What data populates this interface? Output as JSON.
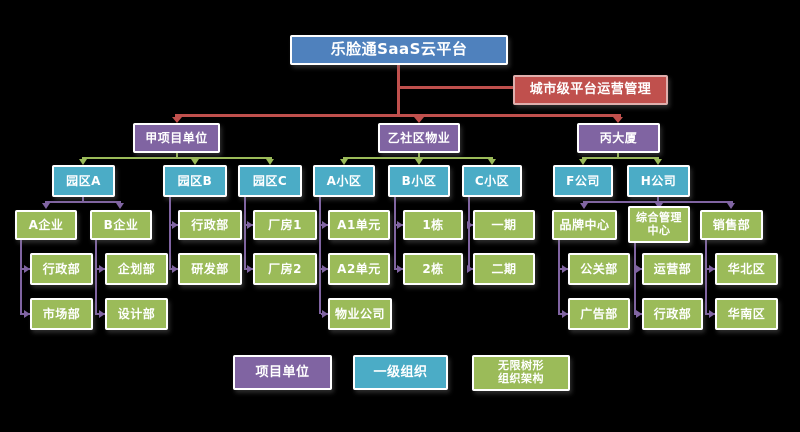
{
  "colors": {
    "platform": "#4F81BD",
    "annotation": "#C0504D",
    "annotation_border": "#DFAFAD",
    "project_unit": "#8064A2",
    "first_level_org": "#4BACC6",
    "org": "#9BBB59",
    "line_red": "#C0504D",
    "line_green": "#9BBB59",
    "line_purple": "#8064A2",
    "box_border": "#FFFFFF",
    "text": "#FFFFFF",
    "background": "#000000"
  },
  "nodes": [
    {
      "id": "root",
      "label": "乐脸通SaaS云平台",
      "role": "platform"
    },
    {
      "id": "city",
      "label": "城市级平台运营管理",
      "role": "annotation"
    },
    {
      "id": "jia",
      "label": "甲项目单位",
      "role": "project_unit"
    },
    {
      "id": "yi",
      "label": "乙社区物业",
      "role": "project_unit"
    },
    {
      "id": "bing",
      "label": "丙大厦",
      "role": "project_unit"
    },
    {
      "id": "parkA",
      "label": "园区A",
      "role": "first_level_org"
    },
    {
      "id": "parkB",
      "label": "园区B",
      "role": "first_level_org"
    },
    {
      "id": "parkC",
      "label": "园区C",
      "role": "first_level_org"
    },
    {
      "id": "comA",
      "label": "A小区",
      "role": "first_level_org"
    },
    {
      "id": "comB",
      "label": "B小区",
      "role": "first_level_org"
    },
    {
      "id": "comC",
      "label": "C小区",
      "role": "first_level_org"
    },
    {
      "id": "fco",
      "label": "F公司",
      "role": "first_level_org"
    },
    {
      "id": "hco",
      "label": "H公司",
      "role": "first_level_org"
    },
    {
      "id": "entA",
      "label": "A企业",
      "role": "org"
    },
    {
      "id": "entB",
      "label": "B企业",
      "role": "org"
    },
    {
      "id": "admin1",
      "label": "行政部",
      "role": "org"
    },
    {
      "id": "plant1",
      "label": "厂房1",
      "role": "org"
    },
    {
      "id": "unitA1",
      "label": "A1单元",
      "role": "org"
    },
    {
      "id": "bld1",
      "label": "1栋",
      "role": "org"
    },
    {
      "id": "phase1",
      "label": "一期",
      "role": "org"
    },
    {
      "id": "brand",
      "label": "品牌中心",
      "role": "org"
    },
    {
      "id": "general",
      "label": "综合管理\n中心",
      "role": "org"
    },
    {
      "id": "sales",
      "label": "销售部",
      "role": "org"
    },
    {
      "id": "admin2",
      "label": "行政部",
      "role": "org"
    },
    {
      "id": "plan",
      "label": "企划部",
      "role": "org"
    },
    {
      "id": "rnd",
      "label": "研发部",
      "role": "org"
    },
    {
      "id": "plant2",
      "label": "厂房2",
      "role": "org"
    },
    {
      "id": "unitA2",
      "label": "A2单元",
      "role": "org"
    },
    {
      "id": "bld2",
      "label": "2栋",
      "role": "org"
    },
    {
      "id": "phase2",
      "label": "二期",
      "role": "org"
    },
    {
      "id": "pr",
      "label": "公关部",
      "role": "org"
    },
    {
      "id": "ops",
      "label": "运营部",
      "role": "org"
    },
    {
      "id": "north",
      "label": "华北区",
      "role": "org"
    },
    {
      "id": "market",
      "label": "市场部",
      "role": "org"
    },
    {
      "id": "design",
      "label": "设计部",
      "role": "org"
    },
    {
      "id": "property",
      "label": "物业公司",
      "role": "org"
    },
    {
      "id": "ad",
      "label": "广告部",
      "role": "org"
    },
    {
      "id": "admin3",
      "label": "行政部",
      "role": "org"
    },
    {
      "id": "south",
      "label": "华南区",
      "role": "org"
    }
  ],
  "legend": [
    {
      "id": "lg0",
      "label": "项目单位",
      "role": "project_unit"
    },
    {
      "id": "lg1",
      "label": "一级组织",
      "role": "first_level_org"
    },
    {
      "id": "lg2",
      "label": "无限树形\n组织架构",
      "role": "org"
    }
  ],
  "annotation_edge": [
    "root",
    "city"
  ],
  "edges": [
    [
      "root",
      "jia"
    ],
    [
      "root",
      "yi"
    ],
    [
      "root",
      "bing"
    ],
    [
      "jia",
      "parkA"
    ],
    [
      "jia",
      "parkB"
    ],
    [
      "jia",
      "parkC"
    ],
    [
      "yi",
      "comA"
    ],
    [
      "yi",
      "comB"
    ],
    [
      "yi",
      "comC"
    ],
    [
      "bing",
      "fco"
    ],
    [
      "bing",
      "hco"
    ],
    [
      "parkA",
      "entA"
    ],
    [
      "parkA",
      "entB"
    ],
    [
      "entA",
      "admin2"
    ],
    [
      "entA",
      "market"
    ],
    [
      "entB",
      "plan"
    ],
    [
      "entB",
      "design"
    ],
    [
      "parkB",
      "admin1"
    ],
    [
      "parkB",
      "rnd"
    ],
    [
      "parkC",
      "plant1"
    ],
    [
      "parkC",
      "plant2"
    ],
    [
      "comA",
      "unitA1"
    ],
    [
      "comA",
      "unitA2"
    ],
    [
      "comA",
      "property"
    ],
    [
      "comB",
      "bld1"
    ],
    [
      "comB",
      "bld2"
    ],
    [
      "comC",
      "phase1"
    ],
    [
      "comC",
      "phase2"
    ],
    [
      "hco",
      "brand"
    ],
    [
      "hco",
      "general"
    ],
    [
      "hco",
      "sales"
    ],
    [
      "brand",
      "pr"
    ],
    [
      "brand",
      "ad"
    ],
    [
      "general",
      "ops"
    ],
    [
      "general",
      "admin3"
    ],
    [
      "sales",
      "north"
    ],
    [
      "sales",
      "south"
    ]
  ]
}
